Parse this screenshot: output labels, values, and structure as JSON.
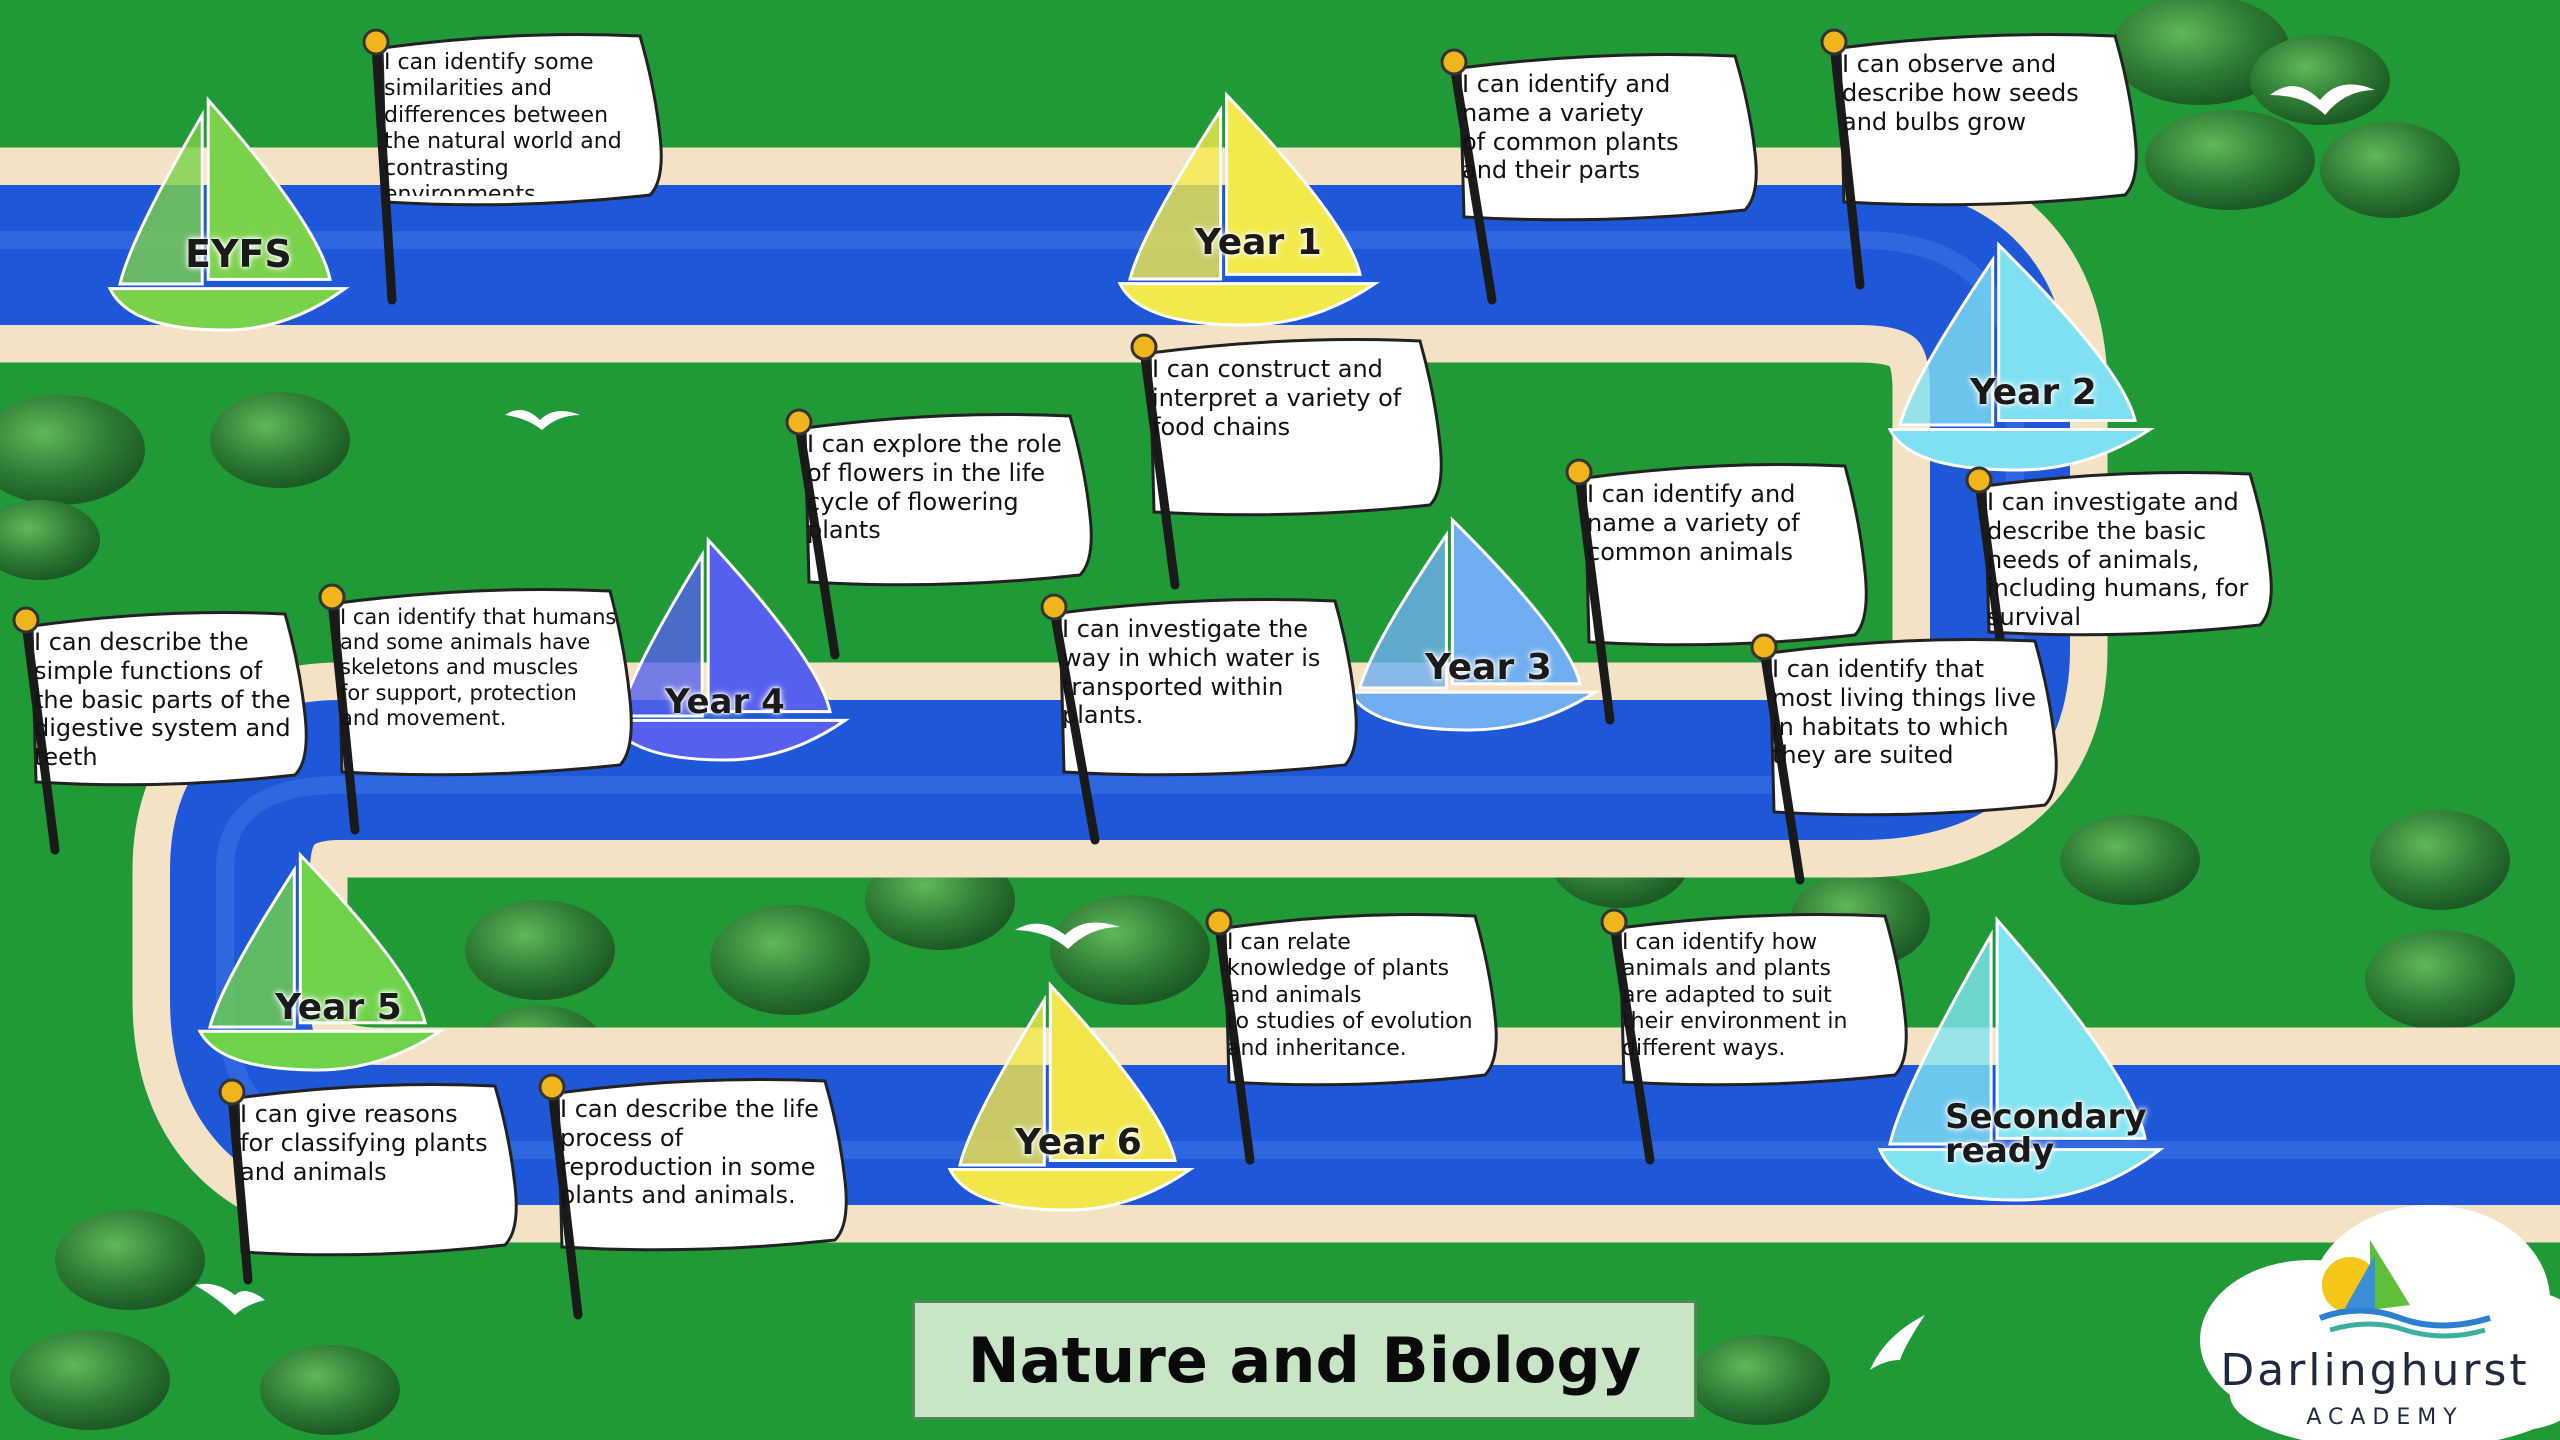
{
  "title": "Nature and Biology",
  "logo": {
    "name": "Darlinghurst",
    "subtitle": "ACADEMY"
  },
  "colors": {
    "grass": "#1f9a36",
    "river": "#1e57d8",
    "riverbank": "#f3e3c4",
    "flag": "#ffffff",
    "title_box": "#c8e6c5"
  },
  "stages": [
    {
      "label": "EYFS",
      "statement": "I can identify some\nsimilarities and\n differences between\nthe natural world and\ncontrasting environments"
    },
    {
      "label": "Year 1",
      "statement": "I can identify and\nname a variety\nof common plants\nand their parts"
    },
    {
      "label": "Year 2",
      "statement": "I can observe and\ndescribe how seeds\nand bulbs grow"
    },
    {
      "label": "Year 2",
      "statement": "I can investigate and\ndescribe the basic\nneeds of animals,\nincluding humans, for\nsurvival"
    },
    {
      "label": "Year 3",
      "statement": "I can identify and\nname a variety of\ncommon animals"
    },
    {
      "label": "Year 3",
      "statement": "I can identify that\nmost living things live\nin habitats to which\nthey are suited"
    },
    {
      "label": "Year 3",
      "statement": "I can construct and\ninterpret a variety of\nfood chains"
    },
    {
      "label": "Year 3",
      "statement": "I can investigate the\nway in which water is\ntransported within\nplants."
    },
    {
      "label": "Year 4",
      "statement": "I can explore the role\nof flowers in the life\n cycle of flowering\nplants"
    },
    {
      "label": "Year 4",
      "statement": "I can identify that humans\nand some animals have\nskeletons  and muscles\nfor support, protection\nand movement."
    },
    {
      "label": "Year 4",
      "statement": "I can describe the\nsimple functions of\nthe basic parts of the\ndigestive system and\nteeth"
    },
    {
      "label": "Year 5",
      "statement": "I can give reasons\nfor classifying plants\nand animals"
    },
    {
      "label": "Year 5",
      "statement": "I can describe the life\n process of\nreproduction in some\nplants and animals."
    },
    {
      "label": "Year 6",
      "statement": "I can relate\nknowledge of plants\nand animals\nto studies of evolution\nand inheritance."
    },
    {
      "label": "Year 6",
      "statement": "I can identify how\nanimals and plants\nare adapted to suit\ntheir environment in\ndifferent ways."
    }
  ],
  "boats": [
    {
      "label": "EYFS",
      "color": "#7ad14a"
    },
    {
      "label": "Year 1",
      "color": "#f2ea4a"
    },
    {
      "label": "Year 2",
      "color": "#7fe0f2"
    },
    {
      "label": "Year 3",
      "color": "#6faef0"
    },
    {
      "label": "Year 4",
      "color": "#5560ee"
    },
    {
      "label": "Year 5",
      "color": "#6fd34a"
    },
    {
      "label": "Year 6",
      "color": "#f2e64a"
    },
    {
      "label": "Secondary\nready",
      "color": "#7fe3f2"
    }
  ]
}
